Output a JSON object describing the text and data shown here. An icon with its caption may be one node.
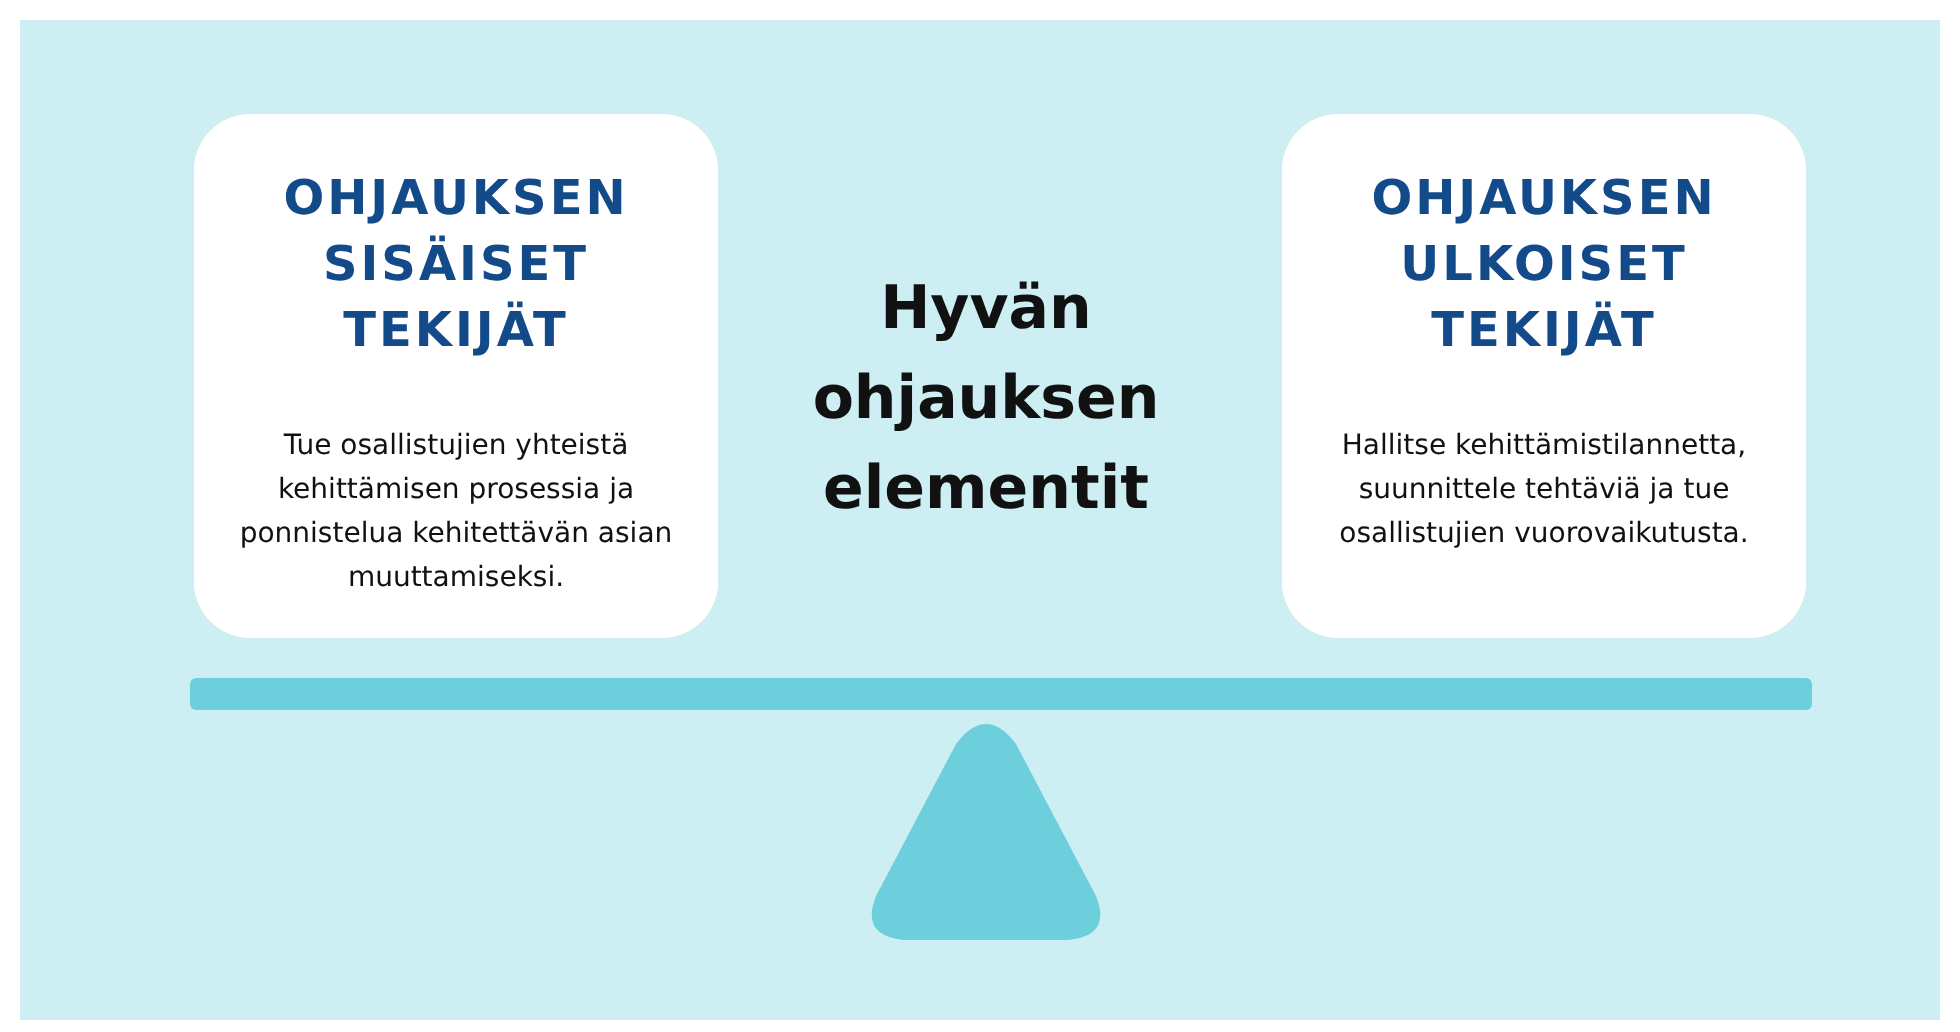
{
  "diagram": {
    "title": "Hyvän ohjauksen elementit",
    "nodes": [
      {
        "text": [
          "OHJAUKSEN SISÄISET TEKIJÄT",
          "Tue osallistujien yhteistä kehittämisen prosessia ja ponnistelua kehitettävän asian muuttamiseksi."
        ]
      },
      {
        "text": [
          "OHJAUKSEN ULKOISET TEKIJÄT",
          "Hallitse kehittämistilannetta, suunnittele tehtäviä ja tue osallistujien vuorovaikutusta."
        ]
      }
    ],
    "edges": []
  }
}
